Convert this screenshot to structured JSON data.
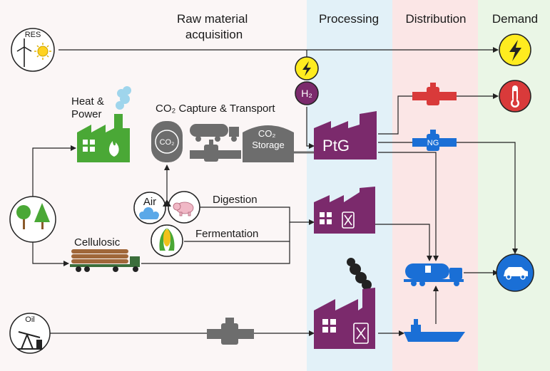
{
  "columns": {
    "raw": "Raw material\nacquisition",
    "processing": "Processing",
    "distribution": "Distribution",
    "demand": "Demand"
  },
  "nodes": {
    "res": "RES",
    "heat_power": "Heat &\nPower",
    "co2_capture": "CO₂ Capture & Transport",
    "co2_tank": "CO₂",
    "co2_storage": "CO₂\nStorage",
    "h2": "H₂",
    "ptg": "PtG",
    "air": "Air",
    "digestion": "Digestion",
    "fermentation": "Fermentation",
    "cellulosic": "Cellulosic",
    "ng": "NG",
    "oil": "Oil"
  },
  "colors": {
    "raw_bg": "#fbf6f6",
    "processing_bg": "#e2f1f8",
    "distribution_bg": "#fbe6e6",
    "demand_bg": "#eaf6e6",
    "green": "#4aa836",
    "purple": "#7b2a6c",
    "blue": "#1a6fd6",
    "red": "#d93a3a",
    "yellow": "#ffec1f",
    "gray": "#6d6d6d"
  }
}
